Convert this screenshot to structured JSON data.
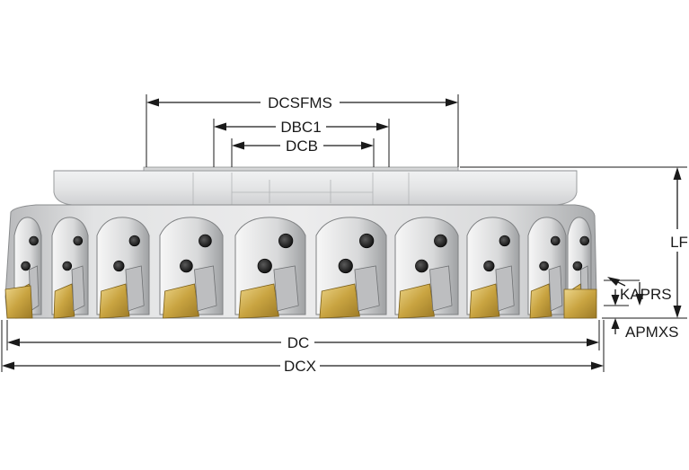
{
  "labels": {
    "dcsfms": "DCSFMS",
    "dbc1": "DBC1",
    "dcb": "DCB",
    "lf": "LF",
    "kaprs": "KAPRS",
    "apmxs": "APMXS",
    "dc": "DC",
    "dcx": "DCX"
  },
  "colors": {
    "body_light": "#e6e7e8",
    "body_mid": "#c9cacc",
    "body_dark": "#8f9194",
    "insert_gold": "#c9a441",
    "insert_gold_light": "#e3c875",
    "screw": "#2b2b2b",
    "line": "#1a1a1a"
  }
}
